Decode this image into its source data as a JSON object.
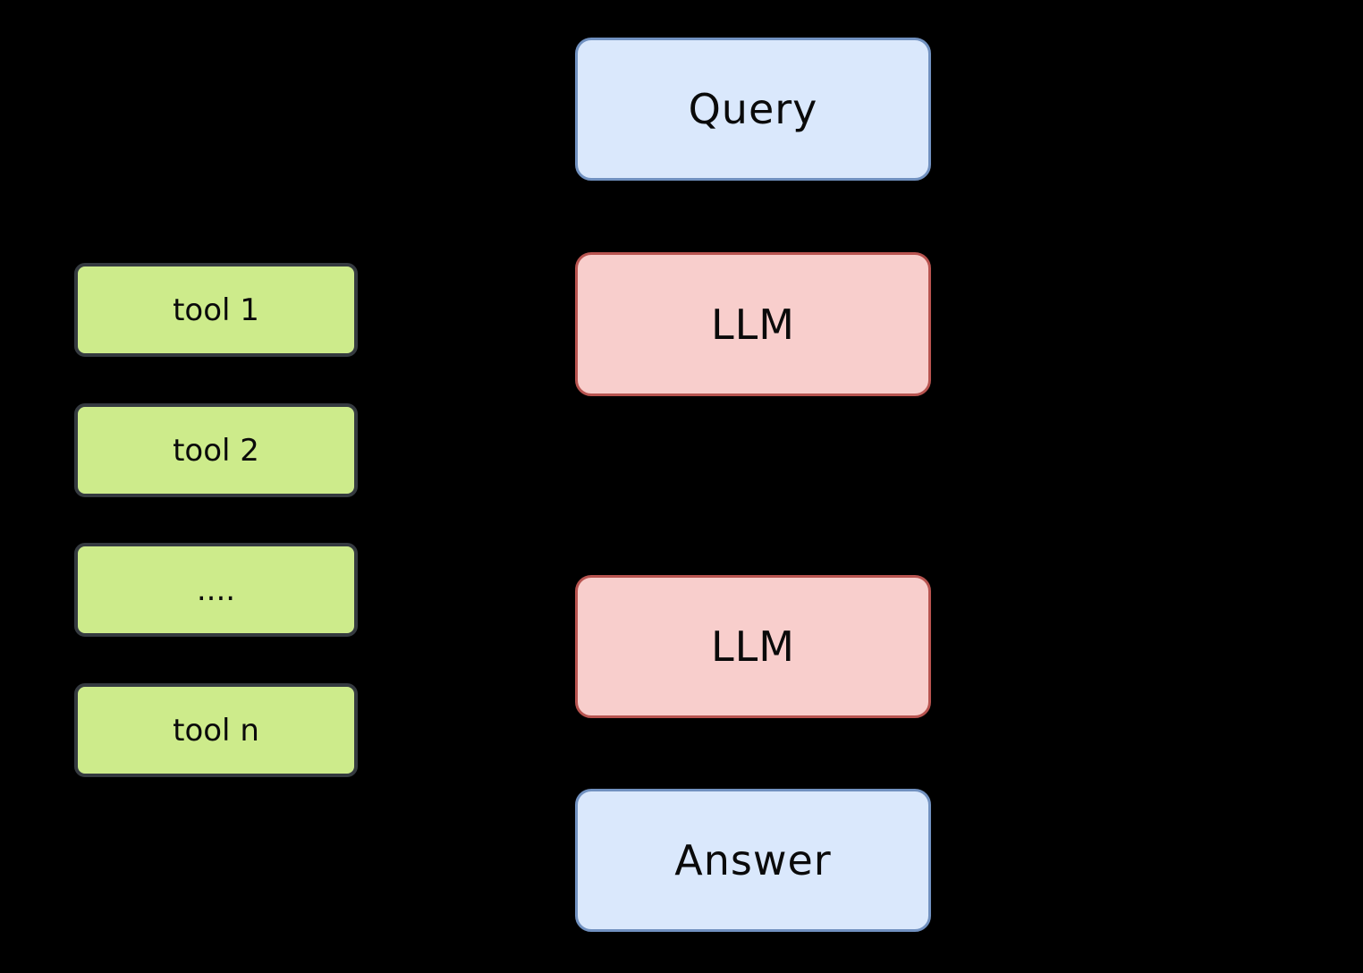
{
  "canvas": {
    "background_color": "#000000"
  },
  "flow": {
    "query": {
      "label": "Query"
    },
    "llm_top": {
      "label": "LLM"
    },
    "llm_bottom": {
      "label": "LLM"
    },
    "answer": {
      "label": "Answer"
    },
    "io_style": {
      "fill": "#dae8fc",
      "stroke": "#7191c0"
    },
    "llm_style": {
      "fill": "#f8cecc",
      "stroke": "#b85450"
    },
    "text_color": "#0a0a0a"
  },
  "tools": {
    "style": {
      "fill": "#cdeb8b",
      "stroke": "#353a40"
    },
    "items": [
      {
        "label": "tool 1"
      },
      {
        "label": "tool 2"
      },
      {
        "label": "...."
      },
      {
        "label": "tool n"
      }
    ]
  }
}
